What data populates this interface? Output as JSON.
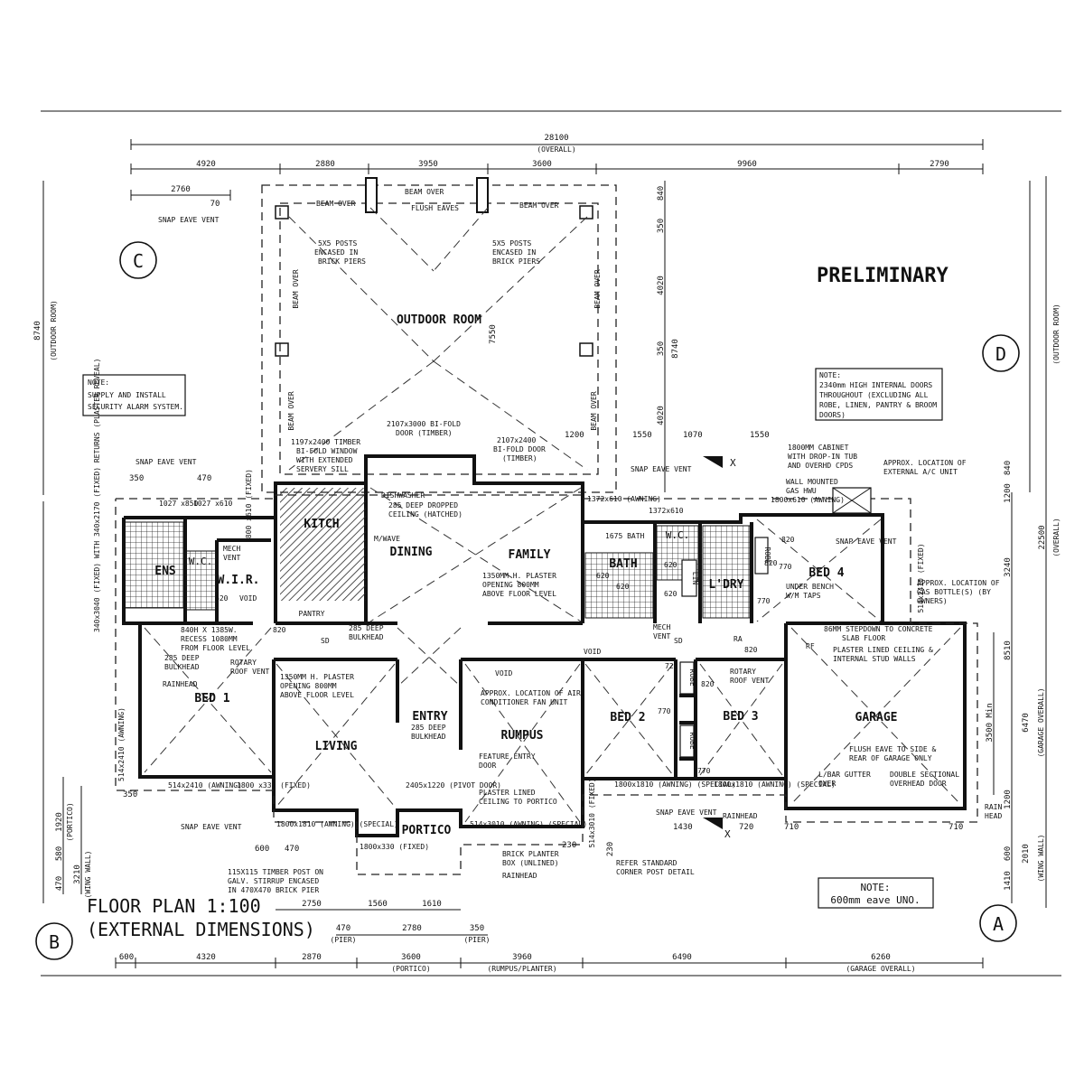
{
  "header": {
    "status": "PRELIMINARY",
    "title_line1": "FLOOR PLAN 1:100",
    "title_line2": "(EXTERNAL DIMENSIONS)"
  },
  "grid_markers": [
    "C",
    "D",
    "B",
    "A"
  ],
  "notes": {
    "alarm": [
      "NOTE:",
      "SUPPLY AND INSTALL",
      "SECURITY ALARM SYSTEM."
    ],
    "doors": [
      "NOTE:",
      "2340mm HIGH INTERNAL DOORS",
      "THROUGHOUT (EXCLUDING ALL",
      "ROBE, LINEN, PANTRY & BROOM",
      "DOORS)"
    ],
    "eave": [
      "NOTE:",
      "600mm eave UNO."
    ]
  },
  "rooms": {
    "outdoor": "OUTDOOR ROOM",
    "dining": "DINING",
    "family": "FAMILY",
    "kitchen": "KITCH",
    "wir": "W.I.R.",
    "ens": "ENS",
    "wc1": "W.C.",
    "bed1": "BED 1",
    "living": "LIVING",
    "entry": "ENTRY",
    "portico": "PORTICO",
    "rumpus": "RUMPUS",
    "bath": "BATH",
    "wc2": "W.C.",
    "ldry": "L'DRY",
    "bed4": "BED 4",
    "bed2": "BED 2",
    "bed3": "BED 3",
    "garage": "GARAGE",
    "pantry": "PANTRY"
  },
  "top_dims": {
    "overall": "28100",
    "overall_sub": "(OVERALL)",
    "segments": [
      "4920",
      "2880",
      "3950",
      "3600",
      "9960",
      "2790"
    ],
    "eave": "2760",
    "eave2": "70"
  },
  "bottom_dims": {
    "row1": [
      "2750",
      "1560",
      "1610"
    ],
    "row2": [
      "470",
      "2780",
      "350"
    ],
    "row2_sub": [
      "(PIER)",
      "(PIER)"
    ],
    "row3": [
      "600",
      "4320",
      "2870",
      "3600",
      "3960",
      "6490",
      "6260"
    ],
    "row3_sub": [
      "(PORTICO)",
      "(RUMPUS/PLANTER)",
      "(GARAGE OVERALL)"
    ]
  },
  "right_dims": [
    "840",
    "350",
    "4020",
    "350",
    "8740",
    "4020",
    "1200",
    "840",
    "3240",
    "22500",
    "8510",
    "6470",
    "3500 Min",
    "1200",
    "600",
    "2010",
    "1410"
  ],
  "right_sub": [
    "(OUTDOOR ROOM)",
    "(OVERALL)",
    "(GARAGE OVERALL)",
    "(WING WALL)"
  ],
  "left_dims": [
    "8740",
    "(OUTDOOR ROOM)",
    "1920",
    "580",
    "3210",
    "470",
    "(PORTICO)",
    "(WING WALL)"
  ],
  "mid_dims": [
    "7550",
    "1550",
    "1070",
    "1550",
    "1200",
    "1430",
    "720",
    "710",
    "710",
    "230",
    "230",
    "350",
    "470",
    "600",
    "470",
    "350"
  ],
  "annotations": {
    "snap_vent": "SNAP EAVE VENT",
    "beam_over": "BEAM OVER",
    "flush_eaves": "FLUSH EAVES",
    "posts": [
      "5X5 POSTS",
      "ENCASED IN",
      "BRICK PIERS"
    ],
    "bifold1": [
      "2107x3000 BI-FOLD",
      "DOOR (TIMBER)"
    ],
    "bifold2": [
      "2107x2400",
      "BI-FOLD DOOR",
      "(TIMBER)"
    ],
    "window1": [
      "1197x2400 TIMBER",
      "BI-FOLD WINDOW",
      "WITH EXTENDED",
      "SERVERY SILL"
    ],
    "dishwasher": "DISHWASHER",
    "ceiling_drop": [
      "285 DEEP DROPPED",
      "CEILING (HATCHED)"
    ],
    "mwave": "M/WAVE",
    "plaster_family": [
      "1350MM H. PLASTER",
      "OPENING 800MM",
      "ABOVE FLOOR LEVEL"
    ],
    "plaster_living": [
      "1350MM H. PLASTER",
      "OPENING 800MM",
      "ABOVE FLOOR LEVEL"
    ],
    "cabinet": [
      "1800MM CABINET",
      "WITH DROP-IN TUB",
      "AND OVERHD CPDS"
    ],
    "ac_unit": [
      "APPROX. LOCATION OF",
      "EXTERNAL A/C UNIT"
    ],
    "gas_hwu": [
      "WALL MOUNTED",
      "GAS HWU"
    ],
    "under_bench": [
      "UNDER BENCH",
      "W/M TAPS"
    ],
    "gas_bottles": [
      "APPROX. LOCATION OF",
      "GAS BOTTLE(S) (BY",
      "OWNERS)"
    ],
    "stepdown": [
      "86MM STEPDOWN TO CONCRETE",
      "SLAB FLOOR",
      "PLASTER LINED CEILING &",
      "INTERNAL STUD WALLS"
    ],
    "recess": [
      "840H X 1385W.",
      "RECESS 1080MM",
      "FROM FLOOR LEVEL"
    ],
    "bulkhead": [
      "285 DEEP",
      "BULKHEAD"
    ],
    "fan_unit": [
      "APPROX. LOCATION OF AIR",
      "CONDITIONER FAN UNIT"
    ],
    "feature_door": [
      "FEATURE ENTRY",
      "DOOR"
    ],
    "plaster_portico": [
      "PLASTER LINED",
      "CEILING TO PORTICO"
    ],
    "flush_eave": [
      "FLUSH EAVE TO SIDE &",
      "REAR OF GARAGE ONLY"
    ],
    "lintel": [
      "L/BAR GUTTER",
      "OVER"
    ],
    "garage_door": [
      "DOUBLE SECTIONAL",
      "OVERHEAD DOOR"
    ],
    "rainhead": "RAINHEAD",
    "rain_head": [
      "RAIN",
      "HEAD"
    ],
    "planter": [
      "BRICK PLANTER",
      "BOX (UNLINED)"
    ],
    "corner_post": [
      "REFER STANDARD",
      "CORNER POST DETAIL"
    ],
    "timber_post": [
      "115X115 TIMBER POST ON",
      "GALV. STIRRUP ENCASED",
      "IN 470X470 BRICK PIER"
    ],
    "rotary_vent": [
      "ROTARY",
      "ROOF VENT"
    ],
    "mech_vent": [
      "MECH",
      "VENT"
    ],
    "void": "VOID",
    "sd": "SD",
    "ra": "RA",
    "rf": "RF",
    "robe": "ROBE",
    "lin": "LIN"
  },
  "windows": {
    "w1": "514x2410 (AWNING)",
    "w2": "1800x1810 (AWNING) (SPECIAL)",
    "w3": "2405x1220 (PIVOT DOOR)",
    "w4": "514x3010 (AWNING) (SPECIAL)",
    "w5": "1800x1810 (AWNING) (SPECIAL)",
    "w6": "1800x1810 (AWNING) (SPECIAL)",
    "w7": "1372x610 (AWNING)",
    "w8": "1372x610",
    "w9": "1800x610 (AWNING)",
    "w10": "514x2410 (FIXED)",
    "w11": "1027 x850",
    "w12": "1027 x610",
    "w13": "1800 x330 (FIXED)",
    "w14": "1800x330 (FIXED)",
    "w15": "514x3010 (FIXED)",
    "w16": "340x3040 (FIXED) WITH 340x2170 (FIXED) RETURNS (PLASTER REVEAL)",
    "w17": "1800 x610 (FIXED)",
    "w18": "1675 BATH"
  },
  "door_sizes": [
    "820",
    "820",
    "820",
    "820",
    "720",
    "770",
    "770",
    "770",
    "770",
    "820",
    "620",
    "620",
    "620",
    "620",
    "620"
  ]
}
